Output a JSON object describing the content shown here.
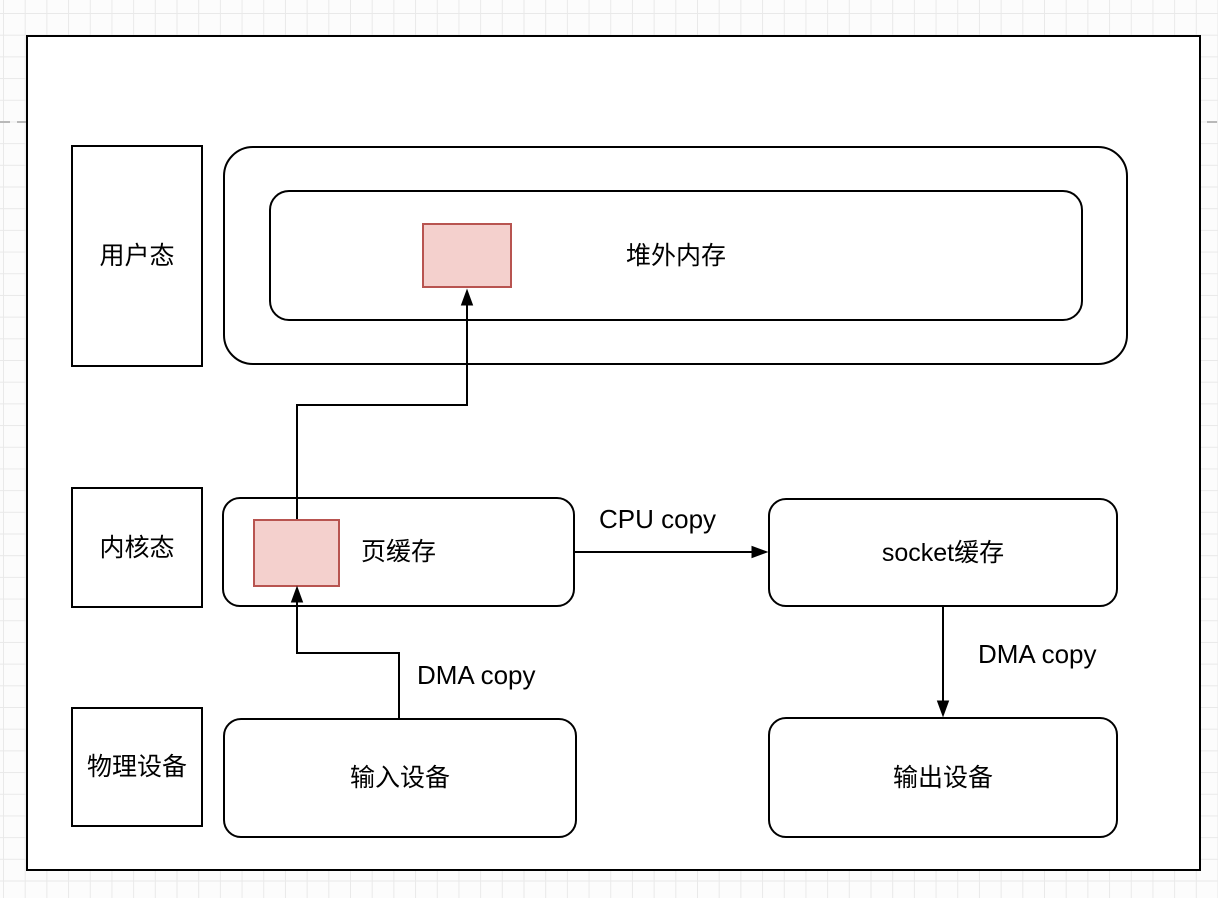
{
  "colors": {
    "buffer_fill": "#f4d0cd",
    "buffer_stroke": "#b85450",
    "line": "#000000",
    "grid_line": "#e9e9e9",
    "page_divider": "#b9b9b9"
  },
  "layers": [
    {
      "label": "用户态"
    },
    {
      "label": "内核态"
    },
    {
      "label": "物理设备"
    }
  ],
  "nodes": {
    "offheap": {
      "label": "堆外内存"
    },
    "page_cache": {
      "label": "页缓存"
    },
    "socket_buffer": {
      "label": "socket缓存"
    },
    "input_device": {
      "label": "输入设备"
    },
    "output_device": {
      "label": "输出设备"
    }
  },
  "edges": {
    "dma_in": {
      "label": "DMA copy"
    },
    "cpu_copy": {
      "label": "CPU copy"
    },
    "dma_out": {
      "label": "DMA copy"
    }
  }
}
